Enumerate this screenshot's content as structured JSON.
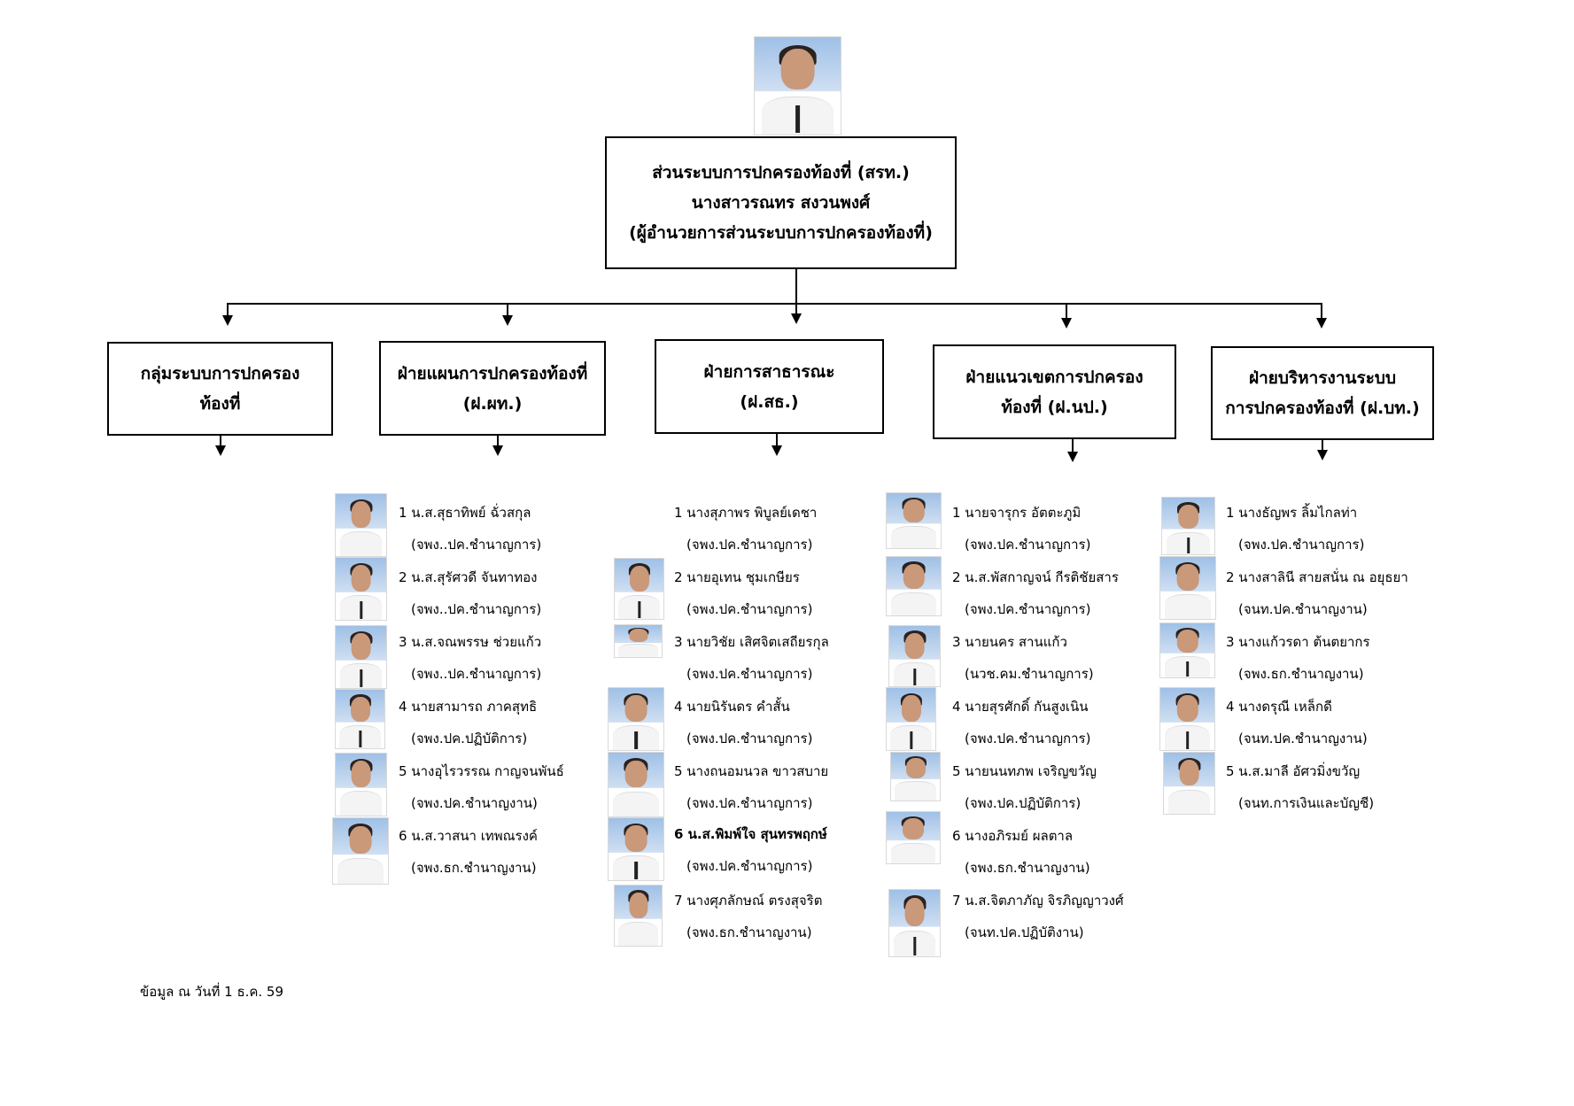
{
  "head": {
    "title": "ส่วนระบบการปกครองท้องที่  (สรท.)",
    "name": "นางสาวรณทร สงวนพงศ์",
    "position": "(ผู้อำนวยการส่วนระบบการปกครองท้องที่)"
  },
  "units": [
    {
      "line1": "กลุ่มระบบการปกครอง",
      "line2": "ท้องที่"
    },
    {
      "line1": "ฝ่ายแผนการปกครองท้องที่",
      "line2": "(ฝ.ผท.)"
    },
    {
      "line1": "ฝ่ายการสาธารณะ",
      "line2": "(ฝ.สธ.)"
    },
    {
      "line1": "ฝ่ายแนวเขตการปกครอง",
      "line2": "ท้องที่ (ฝ.นป.)"
    },
    {
      "line1": "ฝ่ายบริหารงานระบบ",
      "line2": "การปกครองท้องที่ (ฝ.บท.)"
    }
  ],
  "columns": [
    {
      "members": [
        {
          "name": "1 น.ส.สุธาทิพย์  ฉั่วสกุล",
          "position": "(จพง..ปค.ชำนาญการ)"
        },
        {
          "name": "2 น.ส.สุรัศวดี  จันทาทอง",
          "position": "(จพง..ปค.ชำนาญการ)"
        },
        {
          "name": "3 น.ส.จณพรรษ  ช่วยแก้ว",
          "position": "(จพง..ปค.ชำนาญการ)"
        },
        {
          "name": "4 นายสามารถ  ภาคสุทธิ",
          "position": "(จพง.ปค.ปฏิบัติการ)"
        },
        {
          "name": "5 นางอุไรวรรณ กาญจนพันธ์",
          "position": "(จพง.ปค.ชำนาญงาน)"
        },
        {
          "name": "6 น.ส.วาสนา  เทพณรงค์",
          "position": "(จพง.ธก.ชำนาญงาน)"
        }
      ]
    },
    {
      "members": [
        {
          "name": "1 นางสุภาพร  พิบูลย์เดชา",
          "position": "(จพง.ปค.ชำนาญการ)"
        },
        {
          "name": "2 นายอุเทน  ชุมเกษียร",
          "position": "(จพง.ปค.ชำนาญการ)"
        },
        {
          "name": "3 นายวิชัย  เสิศจิตเสถียรกุล",
          "position": "(จพง.ปค.ชำนาญการ)"
        },
        {
          "name": "4 นายนิรันดร  คำสั้น",
          "position": "(จพง.ปค.ชำนาญการ)"
        },
        {
          "name": "5 นางถนอมนวล  ขาวสบาย",
          "position": "(จพง.ปค.ชำนาญการ)"
        },
        {
          "name": "6 น.ส.พิมพ์ใจ  สุนทรพฤกษ์",
          "position": "(จพง.ปค.ชำนาญการ)",
          "bold": true
        },
        {
          "name": "7 นางศุภลักษณ์  ตรงสุจริต",
          "position": "(จพง.ธก.ชำนาญงาน)"
        }
      ]
    },
    {
      "members": [
        {
          "name": "1 นายจารุกร  อัตตะภูมิ",
          "position": "(จพง.ปค.ชำนาญการ)"
        },
        {
          "name": "2 น.ส.พัสกาญจน์ กีรติชัยสาร",
          "position": "(จพง.ปค.ชำนาญการ)"
        },
        {
          "name": "3 นายนคร  สานแก้ว",
          "position": "(นวช.คม.ชำนาญการ)"
        },
        {
          "name": "4 นายสุรศักดิ์  กันสูงเนิน",
          "position": "(จพง.ปค.ชำนาญการ)"
        },
        {
          "name": "5 นายนนทภพ  เจริญขวัญ",
          "position": "(จพง.ปค.ปฏิบัติการ)"
        },
        {
          "name": "6 นางอภิรมย์  ผลตาล",
          "position": "(จพง.ธก.ชำนาญงาน)"
        },
        {
          "name": "7 น.ส.จิตภาภัญ จิรภิญญาวงศ์",
          "position": "(จนท.ปค.ปฏิบัติงาน)"
        }
      ]
    },
    {
      "members": [
        {
          "name": "1 นางธัญพร ลิ้มไกลท่า",
          "position": "(จพง.ปค.ชำนาญการ)"
        },
        {
          "name": "2 นางสาลินี สายสนั่น ณ อยุธยา",
          "position": "(จนท.ปค.ชำนาญงาน)"
        },
        {
          "name": "3 นางแก้วรดา  ต้นตยากร",
          "position": "(จพง.ธก.ชำนาญงาน)"
        },
        {
          "name": "4 นางดรุณี  เหล็กดี",
          "position": "(จนท.ปค.ชำนาญงาน)"
        },
        {
          "name": "5 น.ส.มาลี  อัศวมิ่งขวัญ",
          "position": "(จนท.การเงินและบัญชี)"
        }
      ]
    }
  ],
  "footer": "ข้อมูล ณ วันที่ 1 ธ.ค. 59"
}
